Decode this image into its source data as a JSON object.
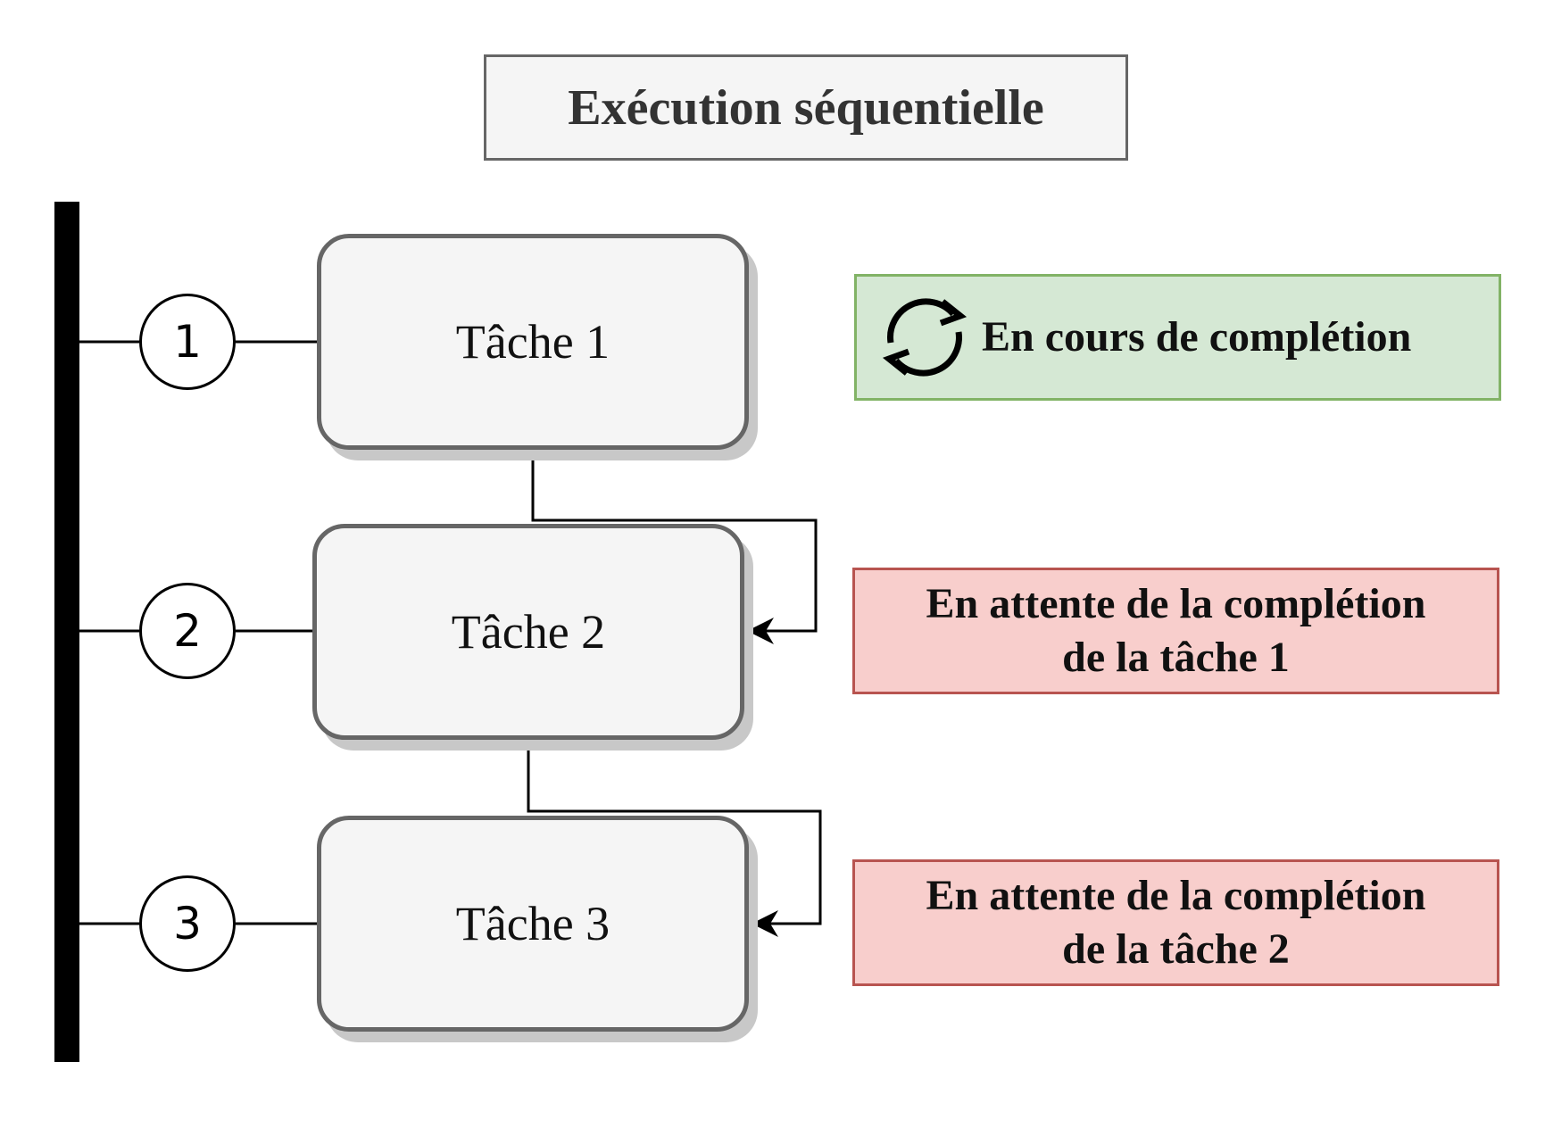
{
  "title": "Exécution séquentielle",
  "steps": [
    "1",
    "2",
    "3"
  ],
  "tasks": [
    "Tâche 1",
    "Tâche 2",
    "Tâche 3"
  ],
  "statuses": {
    "task1": {
      "text": "En cours de complétion",
      "icon": "refresh-icon",
      "color_fill": "#d5e8d4",
      "color_border": "#82b366"
    },
    "task2": {
      "text": "En attente de la complétion\nde la tâche 1",
      "color_fill": "#f8cecc",
      "color_border": "#b85450"
    },
    "task3": {
      "text": "En attente de la complétion\nde la tâche 2",
      "color_fill": "#f8cecc",
      "color_border": "#b85450"
    }
  }
}
